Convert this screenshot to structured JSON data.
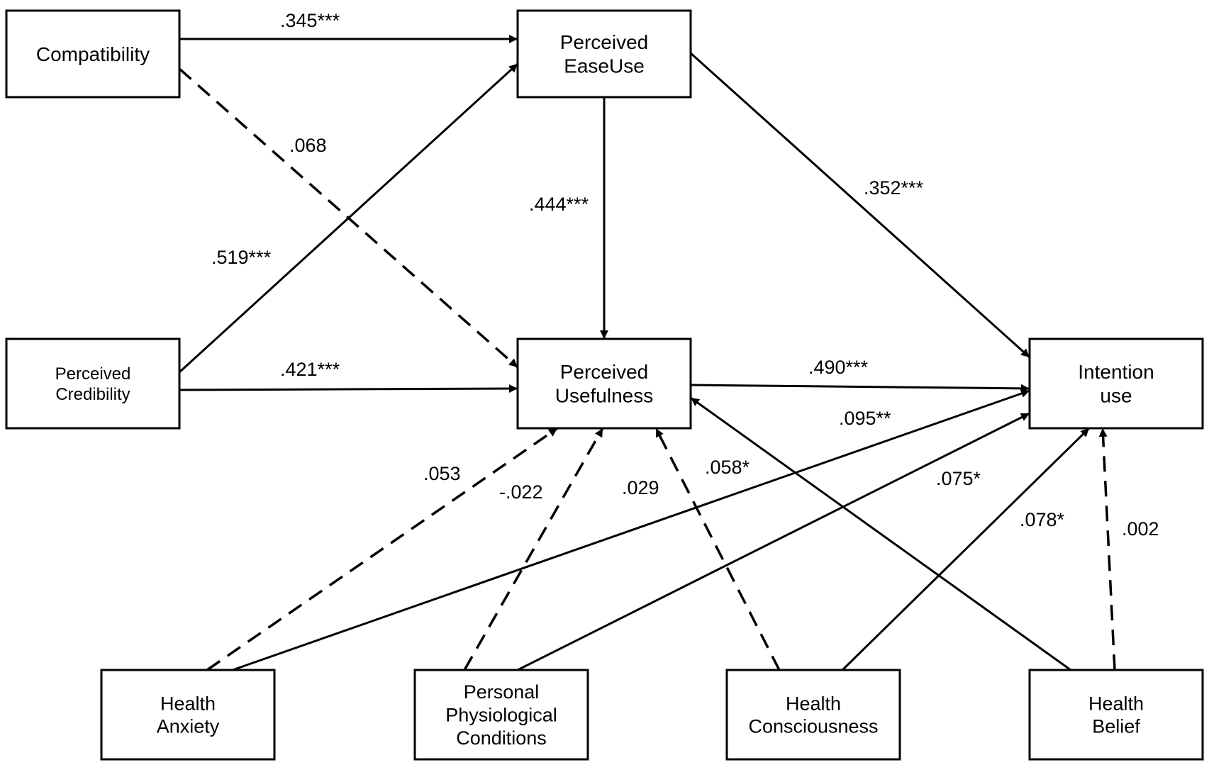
{
  "diagram": {
    "nodes": {
      "compatibility": {
        "lines": [
          "Compatibility"
        ]
      },
      "peou": {
        "lines": [
          "Perceived",
          "EaseUse"
        ]
      },
      "credibility": {
        "lines": [
          "Perceived",
          "Credibility"
        ]
      },
      "pu": {
        "lines": [
          "Perceived",
          "Usefulness"
        ]
      },
      "intention": {
        "lines": [
          "Intention",
          "use"
        ]
      },
      "anxiety": {
        "lines": [
          "Health",
          "Anxiety"
        ]
      },
      "physio": {
        "lines": [
          "Personal",
          "Physiological",
          "Conditions"
        ]
      },
      "consciousness": {
        "lines": [
          "Health",
          "Consciousness"
        ]
      },
      "belief": {
        "lines": [
          "Health",
          "Belief"
        ]
      }
    },
    "edges": [
      {
        "id": "compat-peou",
        "from": "compatibility",
        "to": "peou",
        "label": ".345***",
        "significant": true
      },
      {
        "id": "compat-pu",
        "from": "compatibility",
        "to": "pu",
        "label": ".068",
        "significant": false
      },
      {
        "id": "cred-peou",
        "from": "credibility",
        "to": "peou",
        "label": ".519***",
        "significant": true
      },
      {
        "id": "cred-pu",
        "from": "credibility",
        "to": "pu",
        "label": ".421***",
        "significant": true
      },
      {
        "id": "peou-pu",
        "from": "peou",
        "to": "pu",
        "label": ".444***",
        "significant": true
      },
      {
        "id": "peou-int",
        "from": "peou",
        "to": "intention",
        "label": ".352***",
        "significant": true
      },
      {
        "id": "pu-int",
        "from": "pu",
        "to": "intention",
        "label": ".490***",
        "significant": true
      },
      {
        "id": "anx-int",
        "from": "anxiety",
        "to": "intention",
        "label": ".095**",
        "significant": true
      },
      {
        "id": "anx-pu",
        "from": "anxiety",
        "to": "pu",
        "label": ".053",
        "significant": false
      },
      {
        "id": "phys-pu",
        "from": "physio",
        "to": "pu",
        "label": "-.022",
        "significant": false
      },
      {
        "id": "phys-int",
        "from": "physio",
        "to": "intention",
        "label": ".075*",
        "significant": true
      },
      {
        "id": "cons-pu",
        "from": "consciousness",
        "to": "pu",
        "label": ".029",
        "significant": false
      },
      {
        "id": "cons-int",
        "from": "consciousness",
        "to": "intention",
        "label": ".078*",
        "significant": true
      },
      {
        "id": "bel-pu",
        "from": "belief",
        "to": "pu",
        "label": ".058*",
        "significant": true
      },
      {
        "id": "bel-int",
        "from": "belief",
        "to": "intention",
        "label": ".002",
        "significant": false
      }
    ]
  },
  "colors": {
    "stroke": "#000000",
    "background": "#ffffff"
  }
}
